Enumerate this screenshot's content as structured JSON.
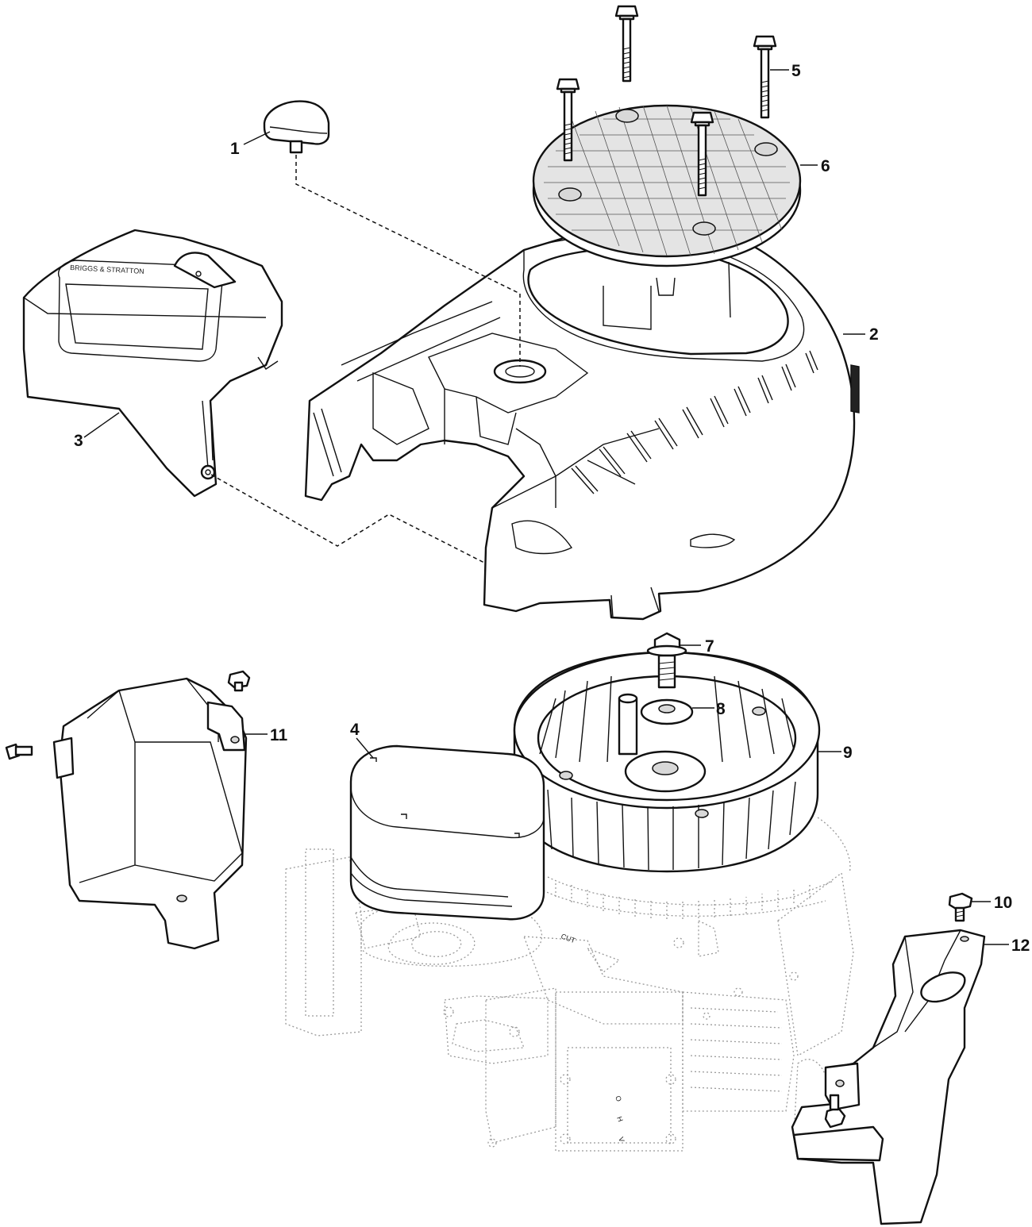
{
  "diagram": {
    "callouts": [
      {
        "id": "c1",
        "label": "1"
      },
      {
        "id": "c2",
        "label": "2"
      },
      {
        "id": "c3",
        "label": "3"
      },
      {
        "id": "c4",
        "label": "4"
      },
      {
        "id": "c5",
        "label": "5"
      },
      {
        "id": "c6",
        "label": "6"
      },
      {
        "id": "c7",
        "label": "7"
      },
      {
        "id": "c8",
        "label": "8"
      },
      {
        "id": "c9",
        "label": "9"
      },
      {
        "id": "c10",
        "label": "10"
      },
      {
        "id": "c11",
        "label": "11"
      },
      {
        "id": "c12",
        "label": "12"
      }
    ],
    "engine_marks": {
      "ohv_o": "O",
      "ohv_h": "H",
      "ohv_v": "V",
      "flywheel_stamp": "CUT"
    },
    "cover_print": "BRIGGS & STRATTON"
  },
  "colors": {
    "line": "#111111",
    "ghost_engine": "#9a9a9a",
    "background": "#ffffff"
  }
}
